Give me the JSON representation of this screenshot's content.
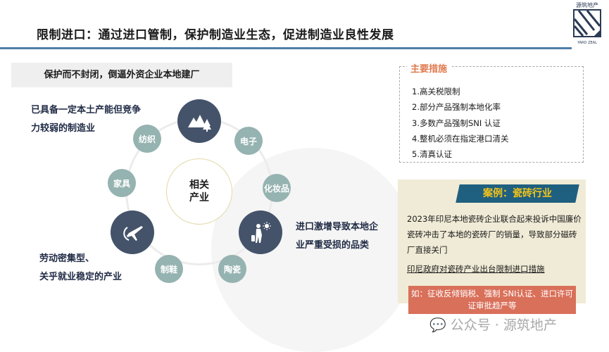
{
  "header": {
    "title": "限制进口：通过进口管制，保护制造业生态，促进制造业良性发展",
    "logo_cn": "源筑地产",
    "logo_en": "YARD ZEAL"
  },
  "banner": "保护而不封闭，倒逼外资企业本地建厂",
  "diagram": {
    "center": [
      "相关",
      "产业"
    ],
    "nodes": [
      "纺织",
      "电子",
      "家具",
      "化妆品",
      "制鞋",
      "陶瓷"
    ],
    "icons": [
      "mountain-tree-icon",
      "airplane-icon",
      "traveler-icon"
    ],
    "labels": {
      "top_left": [
        "已具备一定本土产能但竞争",
        "力较弱的制造业"
      ],
      "bottom_left": [
        "劳动密集型、",
        "关乎就业稳定的产业"
      ],
      "right": [
        "进口激增导致本地企",
        "业严重受损的品类"
      ]
    }
  },
  "measures": {
    "title": "主要措施",
    "items": [
      "1.高关税限制",
      "2.部分产品强制本地化率",
      "3.多数产品强制SNI 认证",
      "4.整机必须在指定港口清关",
      "5.清真认证"
    ]
  },
  "case": {
    "title": "案例：瓷砖行业",
    "body": "2023年印尼本地瓷砖企业联合起来投诉中国廉价瓷砖冲击了本地的瓷砖厂的销量，导致部分磁砖厂直接关门",
    "underline": "印尼政府对瓷砖产业出台限制进口措施",
    "example": "如：征收反倾销税、强制 SNI认证、进口许可证审批趋严等"
  },
  "watermark": "公众号 · 源筑地产"
}
